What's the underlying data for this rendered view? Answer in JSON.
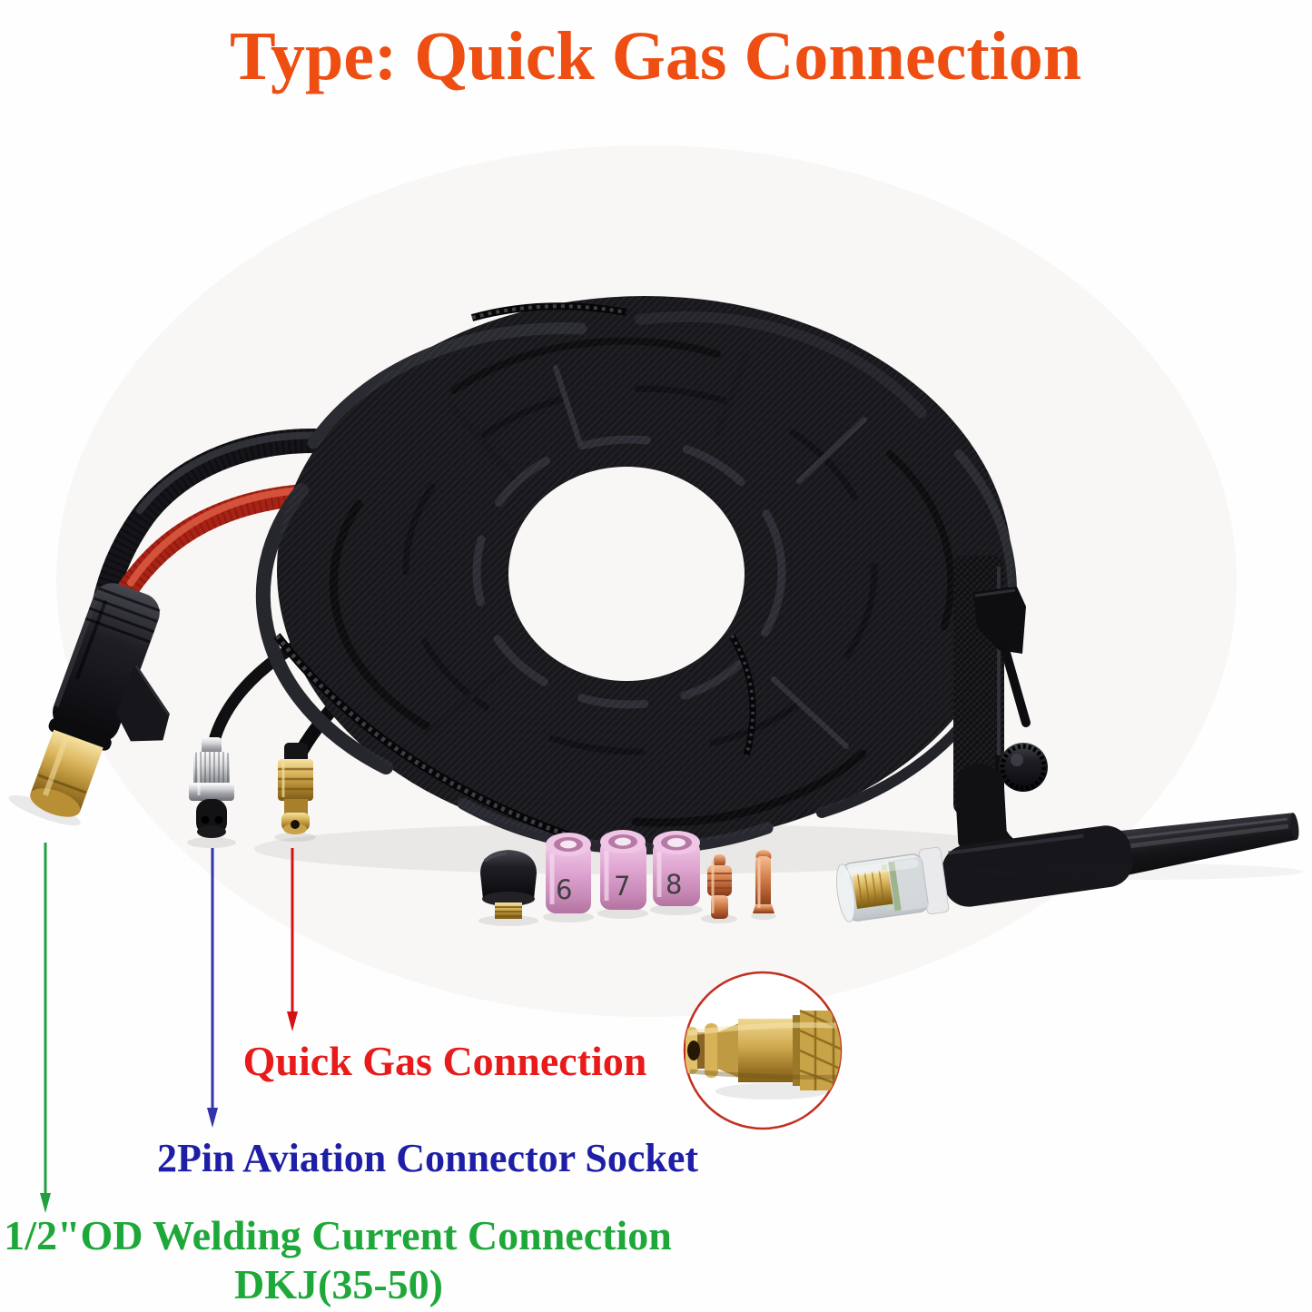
{
  "title": {
    "text": "Type: Quick Gas Connection",
    "color": "#ee4e12"
  },
  "callouts": {
    "quick_gas": {
      "label": "Quick Gas Connection",
      "color": "#e81a1a",
      "arrow_color": "#d41414"
    },
    "aviation": {
      "label": "2Pin Aviation Connector Socket",
      "color": "#1e1ea6",
      "arrow_color": "#3434aa"
    },
    "welding": {
      "line1": "1/2\"OD Welding Current Connection",
      "line2": "DKJ(35-50)",
      "color": "#1ea83a",
      "arrow_color": "#22a040"
    }
  },
  "cups": [
    {
      "size": "6"
    },
    {
      "size": "7"
    },
    {
      "size": "8"
    }
  ],
  "parts": {
    "coil": "black zipped denim cable sleeve coil",
    "torch": "TIG torch with gas lens clear cup",
    "accessories": [
      "back cap",
      "ceramic cup 6",
      "ceramic cup 7",
      "ceramic cup 8",
      "collet body",
      "collet"
    ],
    "inset": "quick gas brass fitting close-up"
  },
  "colors": {
    "brass": "#d9b45c",
    "copper": "#c87040",
    "ceramic_pink": "#dda2cf",
    "cable_red": "#a82315",
    "sleeve_black": "#18181c",
    "inset_ring": "#c23020"
  }
}
